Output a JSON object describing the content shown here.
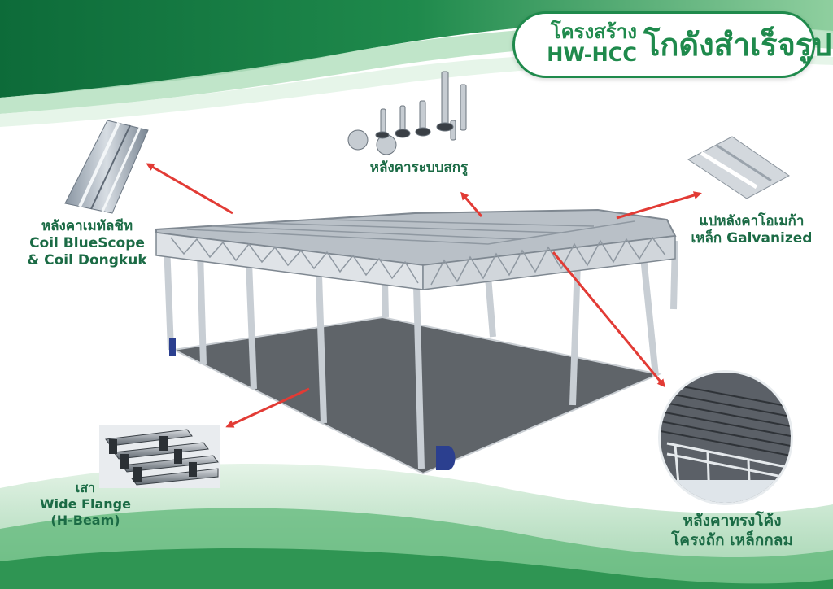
{
  "title": {
    "line1": "โครงสร้าง",
    "line2": "HW-HCC",
    "main": "โกดังสำเร็จรูป"
  },
  "labels": {
    "roof_sheet": [
      "หลังคาเมทัลชีท",
      "Coil BlueScope",
      "& Coil Dongkuk"
    ],
    "screw_roof": [
      "หลังคาระบบสกรู"
    ],
    "purlin": [
      "แปหลังคาโอเมก้า",
      "เหล็ก Galvanized"
    ],
    "column": [
      "เสา",
      "Wide Flange",
      "(H-Beam)"
    ],
    "curved_roof": [
      "หลังคาทรงโค้ง",
      "โครงถัก เหล็กกลม"
    ]
  },
  "colors": {
    "green_dark": "#1b6b45",
    "green_brand": "#1f8a4c",
    "arrow": "#e23b35"
  },
  "icons": [
    "metal-sheet-icon",
    "screws-icon",
    "omega-purlin-icon",
    "h-beam-icon",
    "truss-photo-icon",
    "warehouse-structure-icon"
  ]
}
